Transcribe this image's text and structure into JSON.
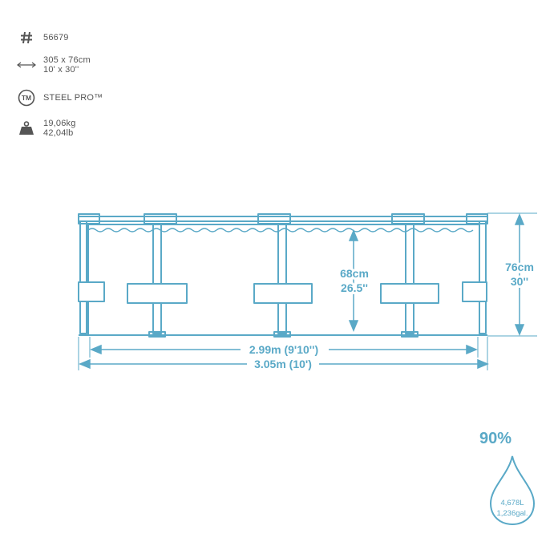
{
  "specs": {
    "model": {
      "icon": "hash-icon",
      "line1": "56679"
    },
    "size": {
      "icon": "double-arrow-icon",
      "line1": "305 x 76cm",
      "line2": "10' x 30''"
    },
    "frame": {
      "icon": "tm-icon",
      "icon_text": "TM",
      "line1": "STEEL PRO™"
    },
    "weight": {
      "icon": "weight-icon",
      "line1": "19,06kg",
      "line2": "42,04lb"
    }
  },
  "dimensions": {
    "water_height_cm": "68cm",
    "water_height_in": "26.5''",
    "pool_height_cm": "76cm",
    "pool_height_in": "30''",
    "inner_width": "2.99m (9'10'')",
    "outer_width": "3.05m (10')"
  },
  "capacity": {
    "fill_percent": "90%",
    "liters": "4,678L",
    "gallons": "1,236gal."
  },
  "colors": {
    "accent": "#5aa9c7",
    "text": "#555555"
  }
}
